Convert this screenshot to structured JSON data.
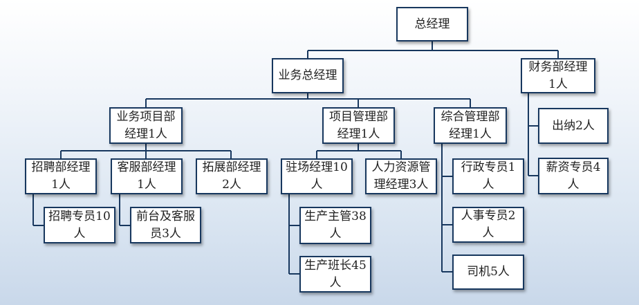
{
  "colors": {
    "box_border": "#17375e",
    "connector": "#17375e",
    "box_fill": "#ffffff"
  },
  "nodes": {
    "gm": "总经理",
    "biz_gm": "业务总经理",
    "finance": "财务部经理\n1人",
    "biz_proj": "业务项目部\n经理1人",
    "proj_mgmt": "项目管理部\n经理1人",
    "general_mgmt": "综合管理部\n经理1人",
    "recruit_mgr": "招聘部经理\n1人",
    "cs_mgr": "客服部经理\n1人",
    "expand_mgr": "拓展部经理\n2人",
    "site_mgr": "驻场经理10\n人",
    "hr_mgr": "人力资源管\n理经理3人",
    "admin_spec": "行政专员1\n人",
    "cashier": "出纳2人",
    "payroll": "薪资专员4\n人",
    "recruit_spec": "招聘专员10\n人",
    "front_cs": "前台及客服\n员3人",
    "prod_supervisor": "生产主管38\n人",
    "personnel_spec": "人事专员2\n人",
    "team_leader": "生产班长45\n人",
    "driver": "司机5人"
  }
}
